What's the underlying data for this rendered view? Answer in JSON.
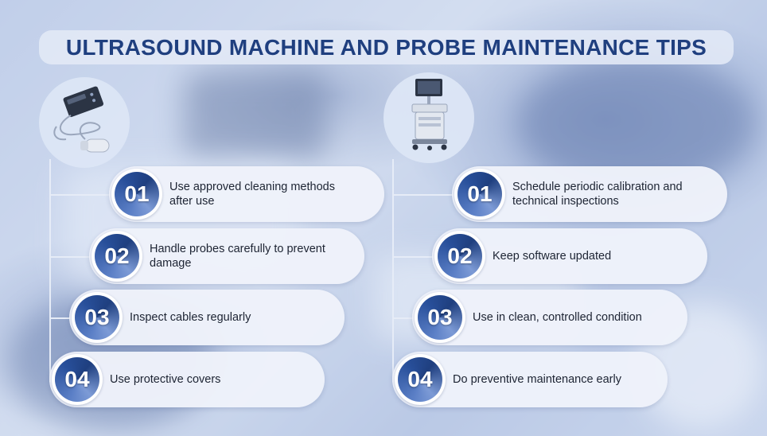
{
  "title": "ULTRASOUND MACHINE AND PROBE MAINTENANCE TIPS",
  "colors": {
    "title": "#1f3f7f",
    "badge": "#284f9a",
    "pill": "#eef2fa"
  },
  "left": {
    "icon": "ultrasound-probe-icon",
    "tips": [
      {
        "number": "01",
        "text": "Use approved cleaning methods after use"
      },
      {
        "number": "02",
        "text": "Handle probes carefully to prevent damage"
      },
      {
        "number": "03",
        "text": "Inspect cables regularly"
      },
      {
        "number": "04",
        "text": "Use protective covers"
      }
    ]
  },
  "right": {
    "icon": "ultrasound-machine-icon",
    "tips": [
      {
        "number": "01",
        "text": "Schedule periodic calibration and technical inspections"
      },
      {
        "number": "02",
        "text": "Keep software updated"
      },
      {
        "number": "03",
        "text": "Use in clean, controlled condition"
      },
      {
        "number": "04",
        "text": "Do preventive maintenance early"
      }
    ]
  }
}
